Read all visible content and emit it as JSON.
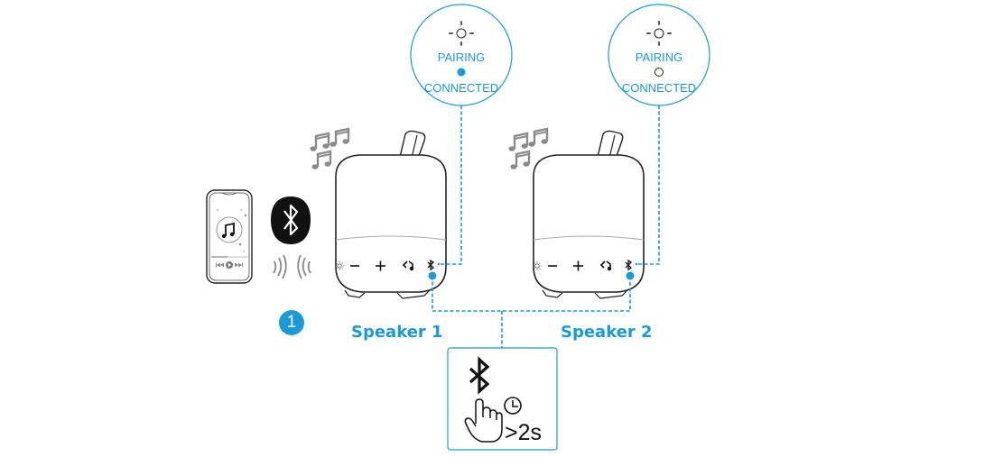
{
  "diagram": {
    "accent_color": "#1a9ad6",
    "step": {
      "number": "1"
    },
    "phone": {
      "icon": "music-note-icon",
      "controls": [
        "previous",
        "play",
        "next"
      ]
    },
    "bluetooth_badge": {
      "icon": "bluetooth-icon"
    },
    "speakers": [
      {
        "label": "Speaker 1",
        "buttons": [
          "light",
          "volume-down",
          "volume-up",
          "party-mode",
          "bluetooth"
        ],
        "indicator": {
          "pairing_label": "PAIRING",
          "connected_label": "CONNECTED",
          "connected_state": "on"
        }
      },
      {
        "label": "Speaker 2",
        "buttons": [
          "light",
          "volume-down",
          "volume-up",
          "party-mode",
          "bluetooth"
        ],
        "indicator": {
          "pairing_label": "PAIRING",
          "connected_label": "CONNECTED",
          "connected_state": "off"
        }
      }
    ],
    "instruction": {
      "icon_top": "bluetooth-icon",
      "gesture": "press-and-hold",
      "duration_text": ">2s"
    }
  }
}
